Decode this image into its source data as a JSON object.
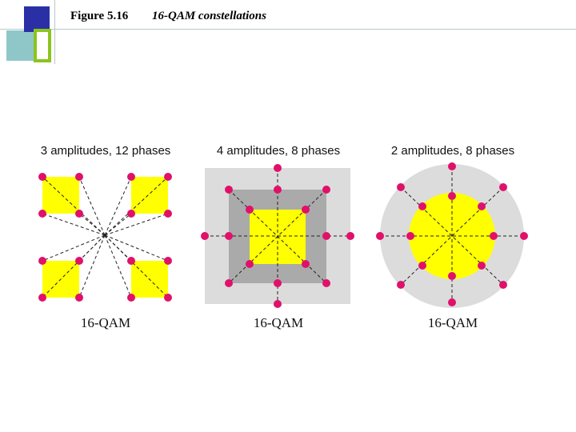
{
  "figure": {
    "number": "Figure 5.16",
    "caption": "16-QAM constellations"
  },
  "colors": {
    "point": "#e0116a",
    "fill_yellow": "#ffff00",
    "gray_light": "#dcdcdc",
    "gray_dark": "#aaaaaa",
    "line": "#222222"
  },
  "panels": [
    {
      "heading": "3 amplitudes, 12 phases",
      "label": "16-QAM"
    },
    {
      "heading": "4 amplitudes, 8 phases",
      "label": "16-QAM"
    },
    {
      "heading": "2 amplitudes, 8 phases",
      "label": "16-QAM"
    }
  ]
}
